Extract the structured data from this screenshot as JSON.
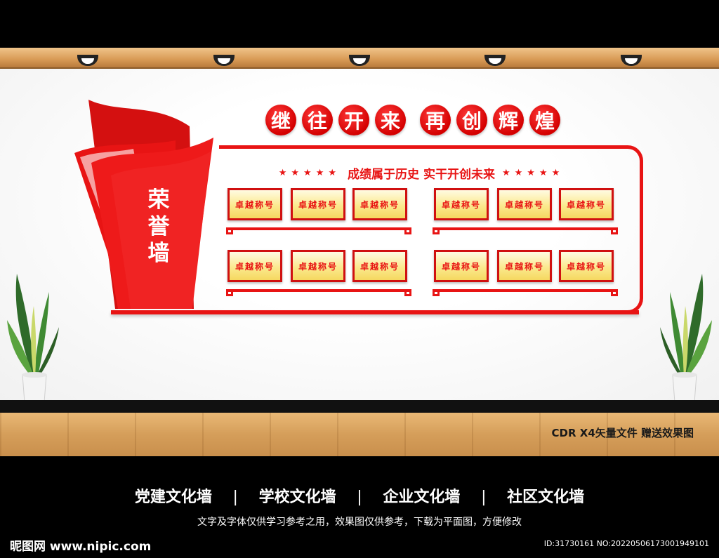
{
  "main_title": [
    "继",
    "往",
    "开",
    "来",
    "再",
    "创",
    "辉",
    "煌"
  ],
  "subtitle": {
    "stars_left": "★★★★★",
    "text": "成绩属于历史 实干开创未来",
    "stars_right": "★★★★★"
  },
  "flag": {
    "lines": [
      "荣",
      "誉",
      "墙"
    ]
  },
  "plaques": [
    {
      "label": "卓越称号"
    },
    {
      "label": "卓越称号"
    },
    {
      "label": "卓越称号"
    },
    {
      "label": "卓越称号"
    },
    {
      "label": "卓越称号"
    },
    {
      "label": "卓越称号"
    },
    {
      "label": "卓越称号"
    },
    {
      "label": "卓越称号"
    },
    {
      "label": "卓越称号"
    },
    {
      "label": "卓越称号"
    },
    {
      "label": "卓越称号"
    },
    {
      "label": "卓越称号"
    }
  ],
  "floor_caption": "CDR X4矢量文件  赠送效果图",
  "categories": [
    "党建文化墙",
    "学校文化墙",
    "企业文化墙",
    "社区文化墙"
  ],
  "category_separator": "|",
  "note": "文字及字体仅供学习参考之用，效果图仅供参考，下载为平面图，方便修改",
  "watermark": "昵图网 www.nipic.com",
  "image_id": "ID:31730161 NO:20220506173001949101",
  "colors": {
    "primary_red": "#e81414",
    "plaque_gold": "#fbe98e",
    "floor_wood": "#d59e5a",
    "band_black": "#000000"
  }
}
